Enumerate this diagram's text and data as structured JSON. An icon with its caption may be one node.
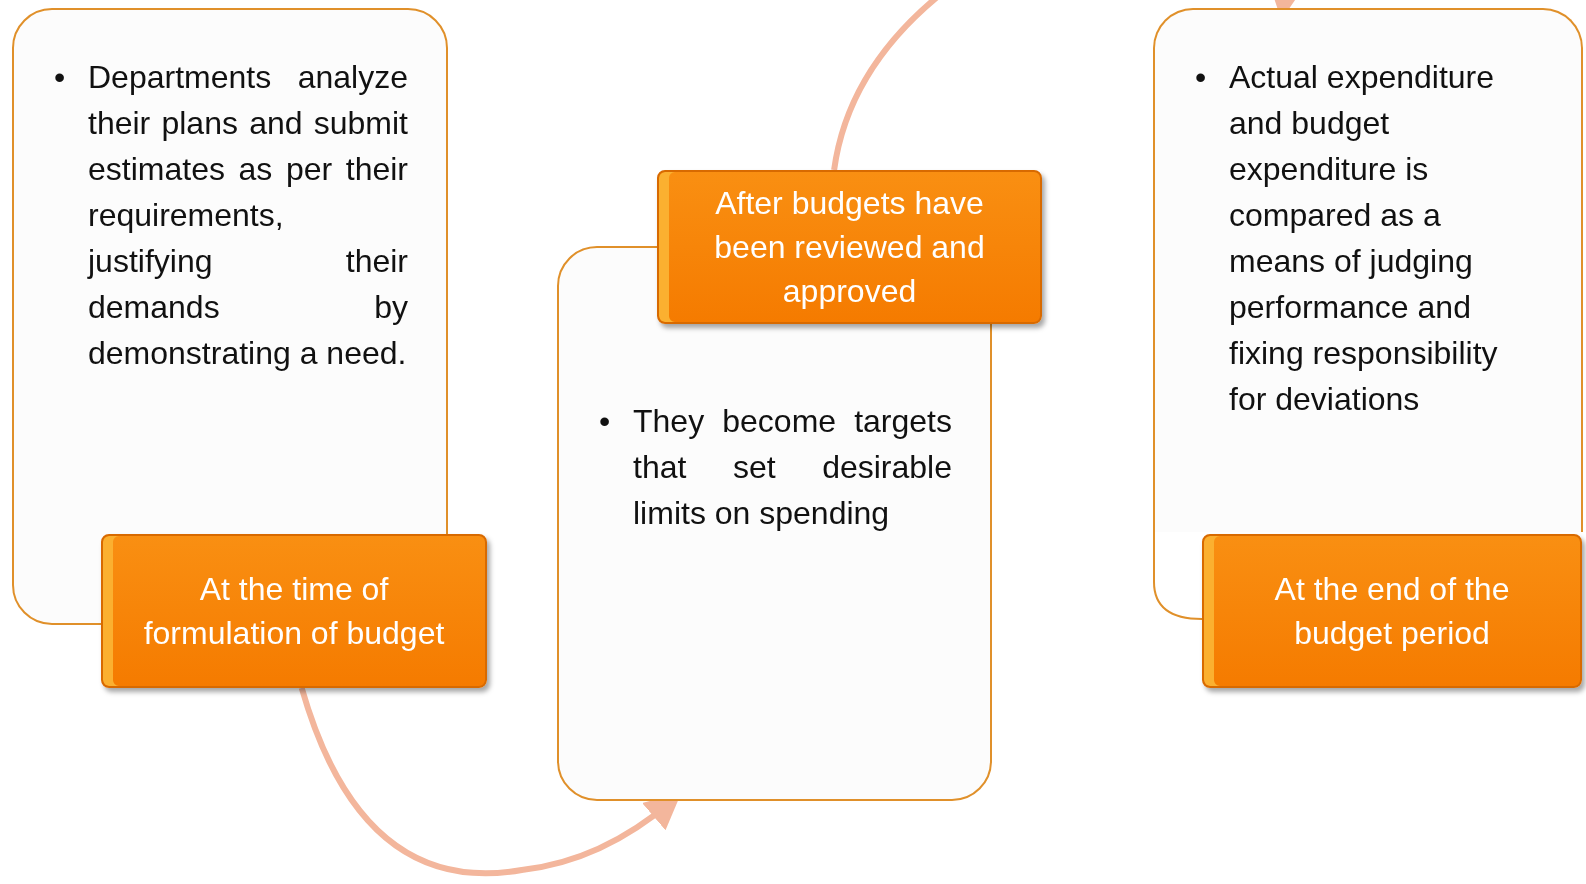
{
  "diagram": {
    "nodes": [
      {
        "text": [
          "•",
          "Departments analyze their plans and submit estimates as per their requirements, justifying their demands by demonstrating a need."
        ]
      },
      {
        "text": [
          "At the time of formulation of budget"
        ]
      },
      {
        "text": [
          "•",
          "They become targets that set desirable limits on spending"
        ]
      },
      {
        "text": [
          "After budgets have been reviewed and approved"
        ]
      },
      {
        "text": [
          "•",
          "Actual expenditure and budget expenditure is compared as a means of judging performance and fixing responsibility for deviations"
        ]
      },
      {
        "text": [
          "At the end of the budget period"
        ]
      }
    ],
    "edges": [
      {
        "from": 1,
        "to": 2,
        "arrow": "to"
      },
      {
        "from": 3,
        "to": 4,
        "arrow": "to"
      }
    ]
  }
}
